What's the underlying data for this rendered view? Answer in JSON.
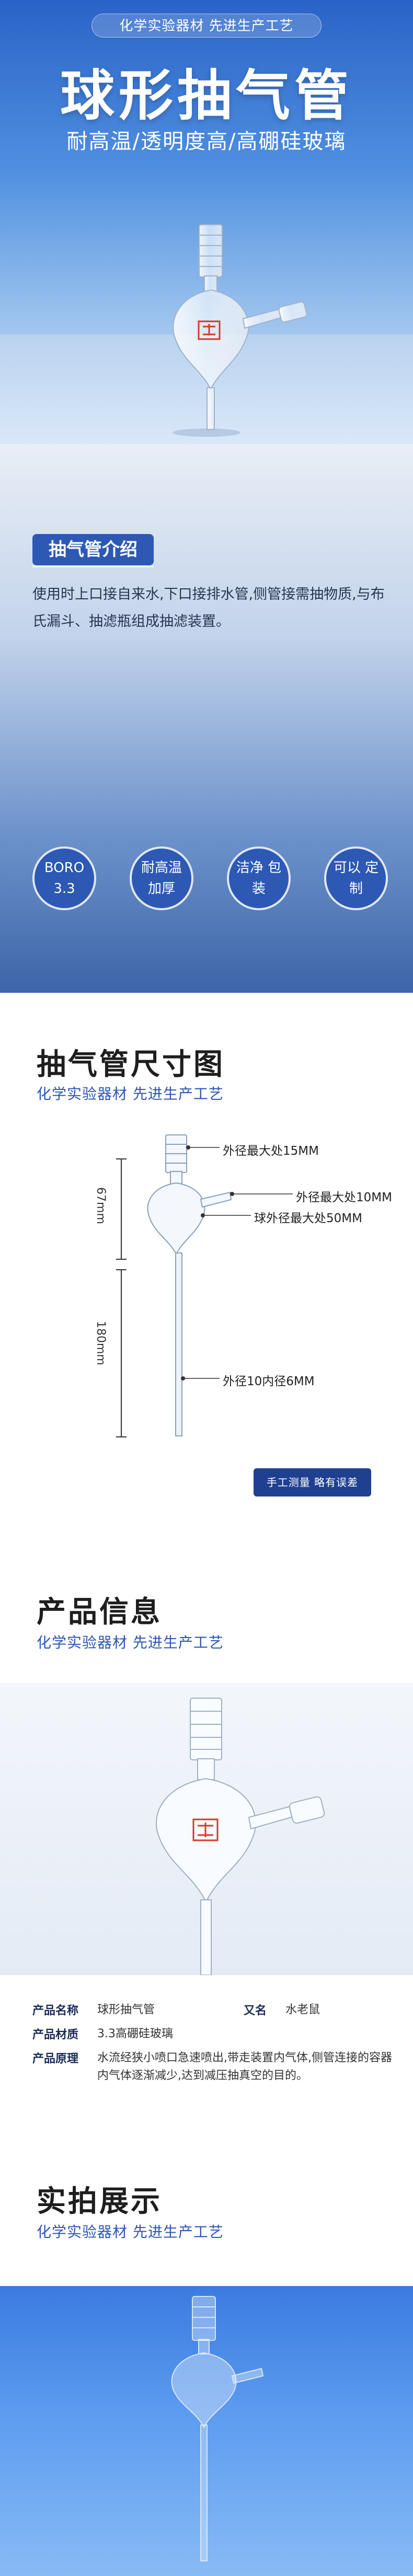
{
  "hero": {
    "tagline": "化学实验器材 先进生产工艺",
    "title": "球形抽气管",
    "subtitle": "耐高温/透明度高/高硼硅玻璃"
  },
  "intro": {
    "tag": "抽气管介绍",
    "text": "使用时上口接自来水,下口接排水管,侧管接需抽物质,与布氏漏斗、抽滤瓶组成抽滤装置。",
    "features": [
      "BORO 3.3",
      "耐高温 加厚",
      "洁净 包装",
      "可以 定制"
    ]
  },
  "size_section": {
    "title": "抽气管尺寸图",
    "subtitle": "化学实验器材   先进生产工艺",
    "dims": {
      "top": "外径最大处15MM",
      "side": "外径最大处10MM",
      "bulb": "球外径最大处50MM",
      "stem": "外径10内径6MM",
      "upper_len": "67mm",
      "total_len": "180mm"
    },
    "note": "手工测量  略有误差"
  },
  "info_section": {
    "title": "产品信息",
    "subtitle": "化学实验器材   先进生产工艺",
    "rows": {
      "name_key": "产品名称",
      "name_val": "球形抽气管",
      "alias_key": "又名",
      "alias_val": "水老鼠",
      "material_key": "产品材质",
      "material_val": "3.3高硼硅玻璃",
      "principle_key": "产品原理",
      "principle_val": "水流经狭小喷口急速喷出,带走装置内气体,侧管连接的容器内气体逐渐减少,达到减压抽真空的目的。"
    }
  },
  "real_section": {
    "title": "实拍展示",
    "subtitle": "化学实验器材   先进生产工艺"
  },
  "colors": {
    "brand_blue": "#2d59b5",
    "deep_blue": "#1f3f91"
  }
}
